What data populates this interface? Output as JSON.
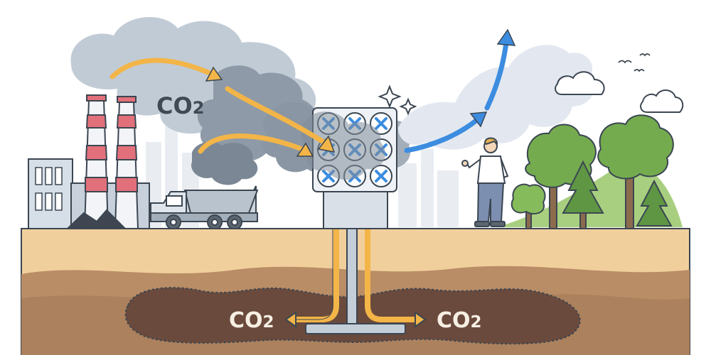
{
  "labels": {
    "co2_air": "CO",
    "co2_air_sub": "2",
    "co2_underground_left": "CO",
    "co2_underground_left_sub": "2",
    "co2_underground_right": "CO",
    "co2_underground_right_sub": "2"
  },
  "colors": {
    "sky_pollution": "#b9c4d0",
    "smoke_dark": "#7f8c99",
    "clean_air": "#e4e9f1",
    "ground_top": "#ecc995",
    "ground_mid": "#b58962",
    "ground_deep": "#7d5a43",
    "storage_reservoir": "#65473a",
    "co2_arrow": "#f3b548",
    "clean_air_arrow": "#3c8de0",
    "tree_green": "#74ab4f",
    "hill_green": "#9cc973",
    "outline": "#3b4652"
  },
  "icons": [
    "factory-chimney-icon",
    "dump-truck-icon",
    "direct-air-capture-fan-array-icon",
    "person-thumbs-up-icon",
    "tree-icon",
    "cloud-icon",
    "bird-icon",
    "sparkle-icon"
  ]
}
